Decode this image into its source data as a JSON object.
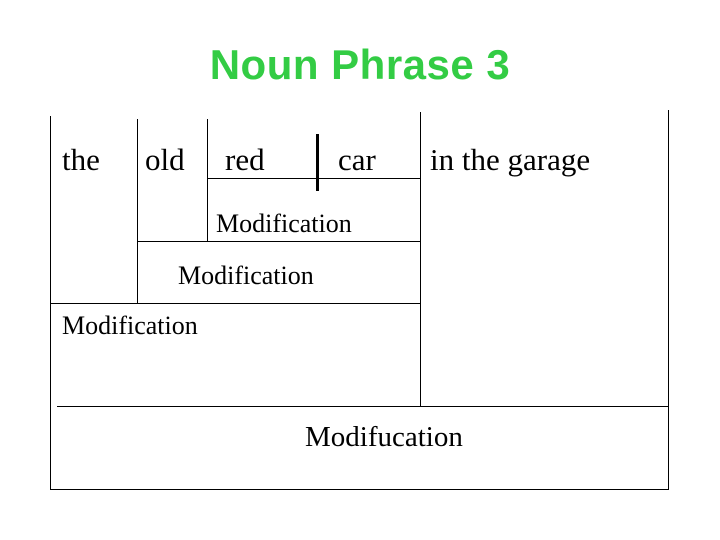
{
  "slide": {
    "title": "Noun Phrase 3",
    "title_color": "#33cc44",
    "background_color": "#ffffff",
    "line_color": "#000000",
    "text_color": "#000000"
  },
  "phrase": {
    "segments": [
      {
        "text": "the",
        "role": "determiner"
      },
      {
        "text": "old",
        "role": "adjective-1"
      },
      {
        "text": "red",
        "role": "adjective-2"
      },
      {
        "text": "car",
        "role": "head-noun"
      },
      {
        "text": "in the garage",
        "role": "prepositional-phrase"
      }
    ]
  },
  "modifications": [
    {
      "label": "Modification",
      "level": 1,
      "scope": "red + car"
    },
    {
      "label": "Modification",
      "level": 2,
      "scope": "old + red car"
    },
    {
      "label": "Modification",
      "level": 3,
      "scope": "the + old red car"
    },
    {
      "label": "Modifucation",
      "level": 4,
      "scope": "the old red car + in the garage"
    }
  ]
}
